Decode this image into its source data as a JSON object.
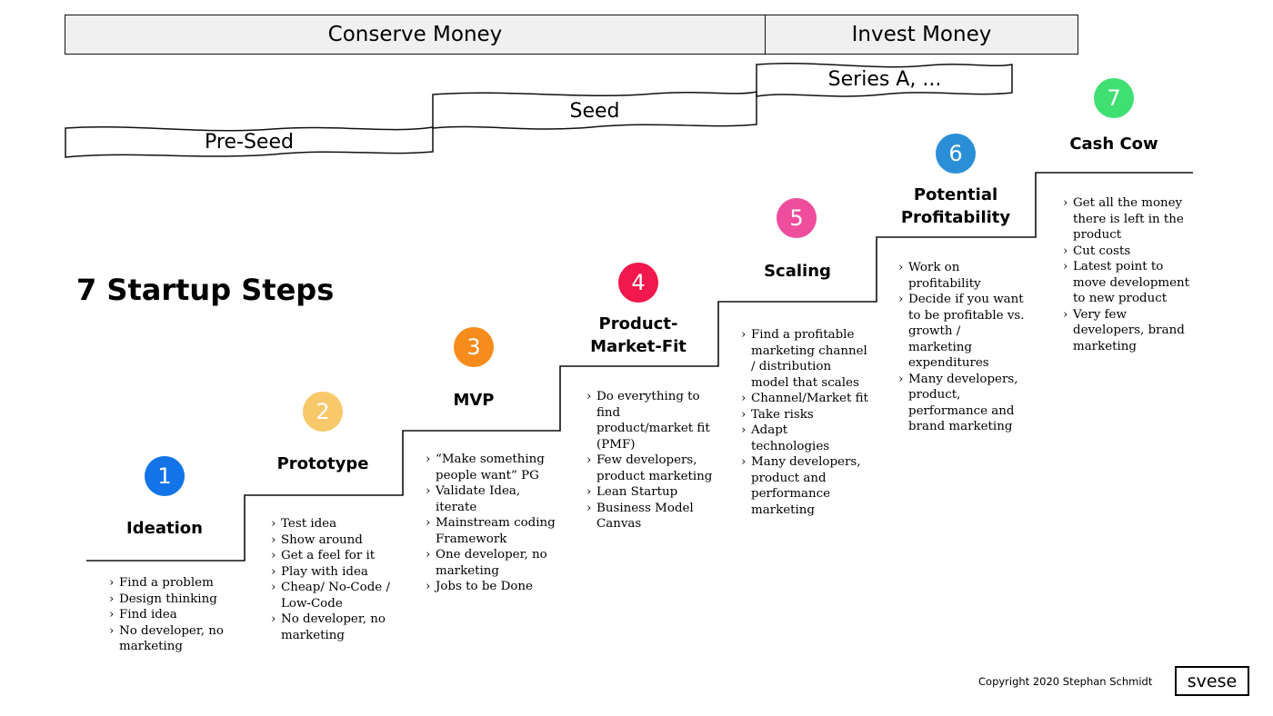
{
  "phases": {
    "conserve": "Conserve Money",
    "invest": "Invest Money"
  },
  "rounds": {
    "preseed": "Pre-Seed",
    "seed": "Seed",
    "series": "Series A, ..."
  },
  "title": "7 Startup Steps",
  "colors": {
    "step1": "#1274e8",
    "step2": "#f7c96b",
    "step3": "#f78b1c",
    "step4": "#f0184c",
    "step5": "#ee4d9e",
    "step6": "#2a8fd6",
    "step7": "#3fdf72"
  },
  "steps": [
    {
      "num": "1",
      "title": "Ideation",
      "bullets": [
        "Find a problem",
        "Design thinking",
        "Find idea",
        "No developer, no marketing"
      ]
    },
    {
      "num": "2",
      "title": "Prototype",
      "bullets": [
        "Test idea",
        "Show around",
        "Get a feel for it",
        "Play with idea",
        "Cheap/ No-Code / Low-Code",
        "No developer, no marketing"
      ]
    },
    {
      "num": "3",
      "title": "MVP",
      "bullets": [
        "“Make something people want” PG",
        "Validate Idea, iterate",
        "Mainstream coding Framework",
        "One developer, no marketing",
        "Jobs to be Done"
      ]
    },
    {
      "num": "4",
      "title": "Product-Market-Fit",
      "bullets": [
        "Do everything to find product/market fit (PMF)",
        "Few developers, product marketing",
        "Lean Startup",
        "Business Model Canvas"
      ]
    },
    {
      "num": "5",
      "title": "Scaling",
      "bullets": [
        "Find a profitable marketing channel / distribution model that scales",
        "Channel/Market fit",
        "Take risks",
        "Adapt technologies",
        "Many developers, product and performance marketing"
      ]
    },
    {
      "num": "6",
      "title": "Potential Profitability",
      "bullets": [
        "Work on profitability",
        "Decide if you want to be profitable vs. growth / marketing expenditures",
        "Many developers, product, performance and brand marketing"
      ]
    },
    {
      "num": "7",
      "title": "Cash Cow",
      "bullets": [
        "Get all the money there is left in the product",
        "Cut costs",
        "Latest point to move development to new product",
        "Very few developers, brand marketing"
      ]
    }
  ],
  "copyright": "Copyright 2020 Stephan Schmidt",
  "logo": "svese"
}
